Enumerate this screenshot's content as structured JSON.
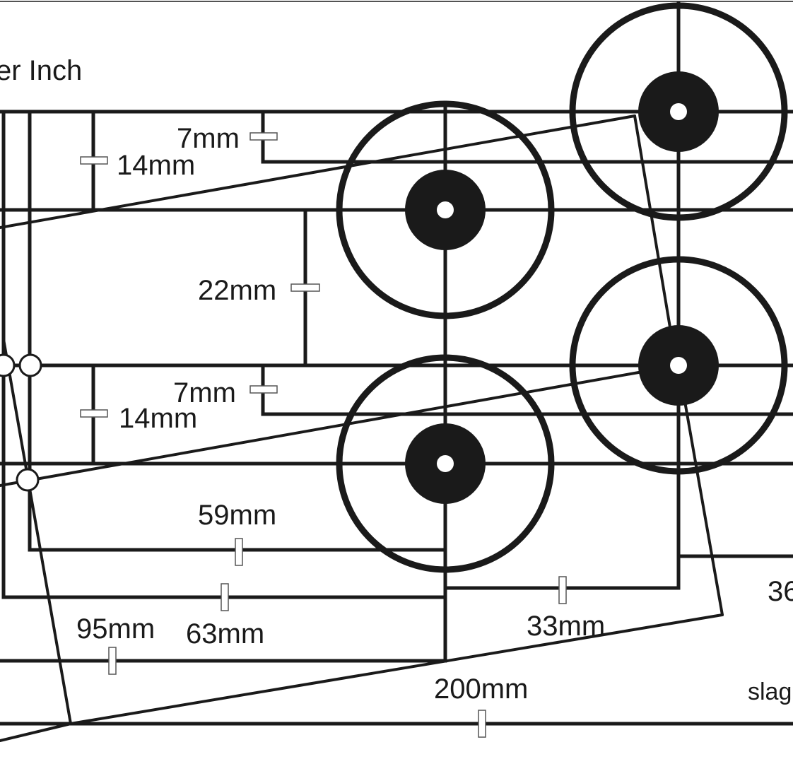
{
  "title": "er Inch",
  "dimensions": {
    "d1": "7mm",
    "d2": "14mm",
    "d3": "22mm",
    "d4": "7mm",
    "d5": "14mm",
    "d6": "59mm",
    "d7": "63mm",
    "d8": "95mm",
    "d9": "33mm",
    "d10": "200mm",
    "d11": "36",
    "d12": "slag"
  },
  "colors": {
    "ink": "#1a1a1a",
    "paper": "#ffffff"
  }
}
